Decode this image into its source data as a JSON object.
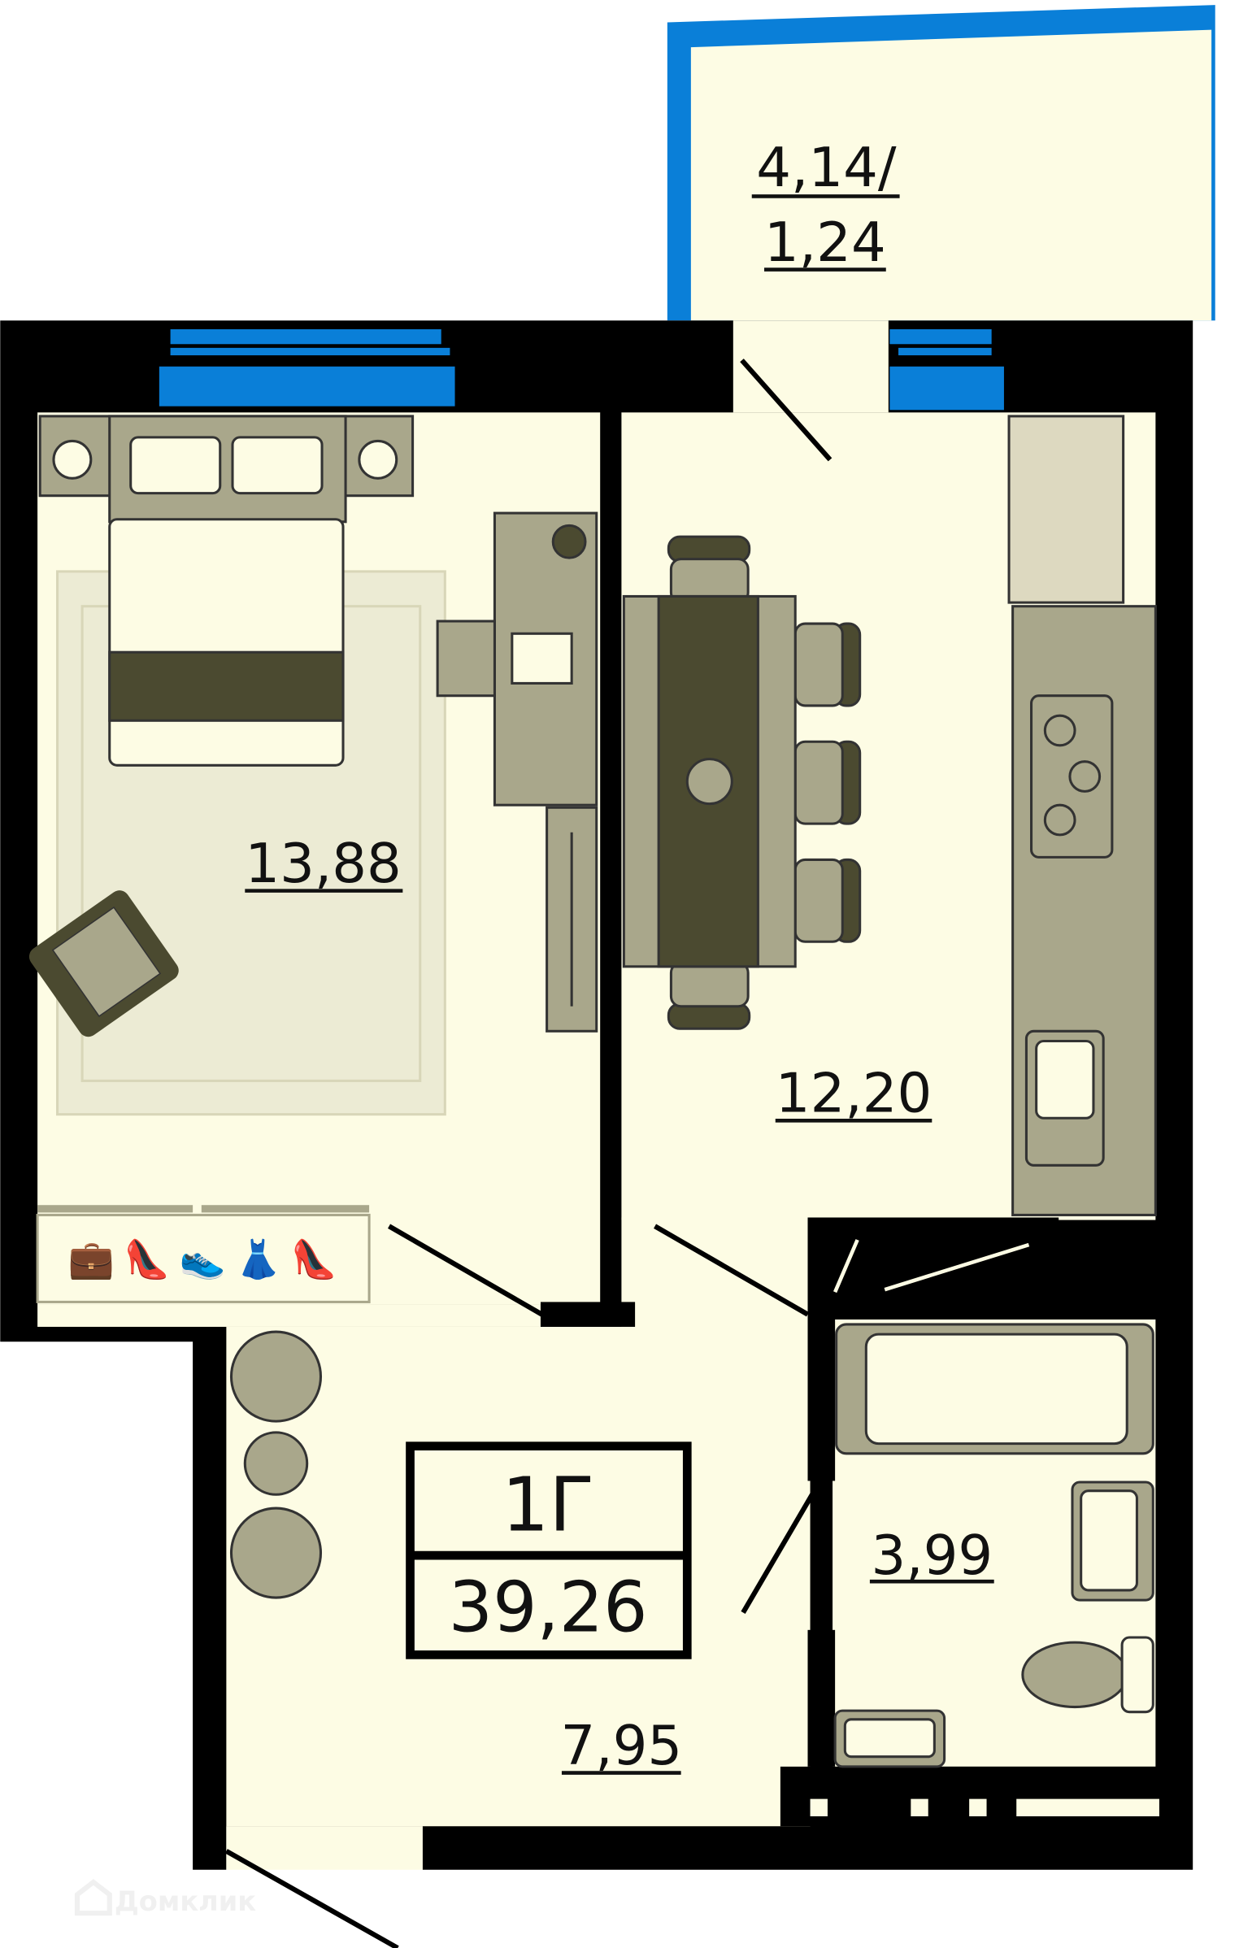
{
  "plan": {
    "apartment_type": "1Г",
    "total_area": "39,26",
    "rooms": [
      {
        "name": "balcony",
        "area": "4,14/",
        "area_reduced": "1,24"
      },
      {
        "name": "bedroom",
        "area": "13,88"
      },
      {
        "name": "kitchen",
        "area": "12,20"
      },
      {
        "name": "bathroom",
        "area": "3,99"
      },
      {
        "name": "hallway",
        "area": "7,95"
      }
    ]
  },
  "watermark": "Домклик",
  "colors": {
    "floor": "#fdfce4",
    "wall": "#000000",
    "window": "#0a7fd8",
    "furniture": "#a9a78b",
    "furniture_dark": "#4b4a30",
    "rug": "#ecebd4"
  }
}
